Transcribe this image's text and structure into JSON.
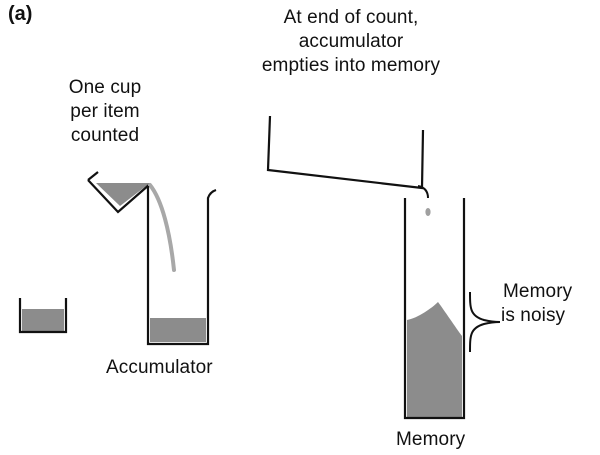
{
  "panel_label": "(a)",
  "labels": {
    "end_of_count": [
      "At end of count,",
      "accumulator",
      "empties into memory"
    ],
    "cup": [
      "One cup",
      "per item",
      "counted"
    ],
    "accumulator": "Accumulator",
    "memory": "Memory",
    "memory_noisy": [
      "Memory",
      "is noisy"
    ]
  },
  "colors": {
    "stroke": "#111111",
    "fill": "#8c8c8c",
    "pour": "#a8a8a8"
  }
}
